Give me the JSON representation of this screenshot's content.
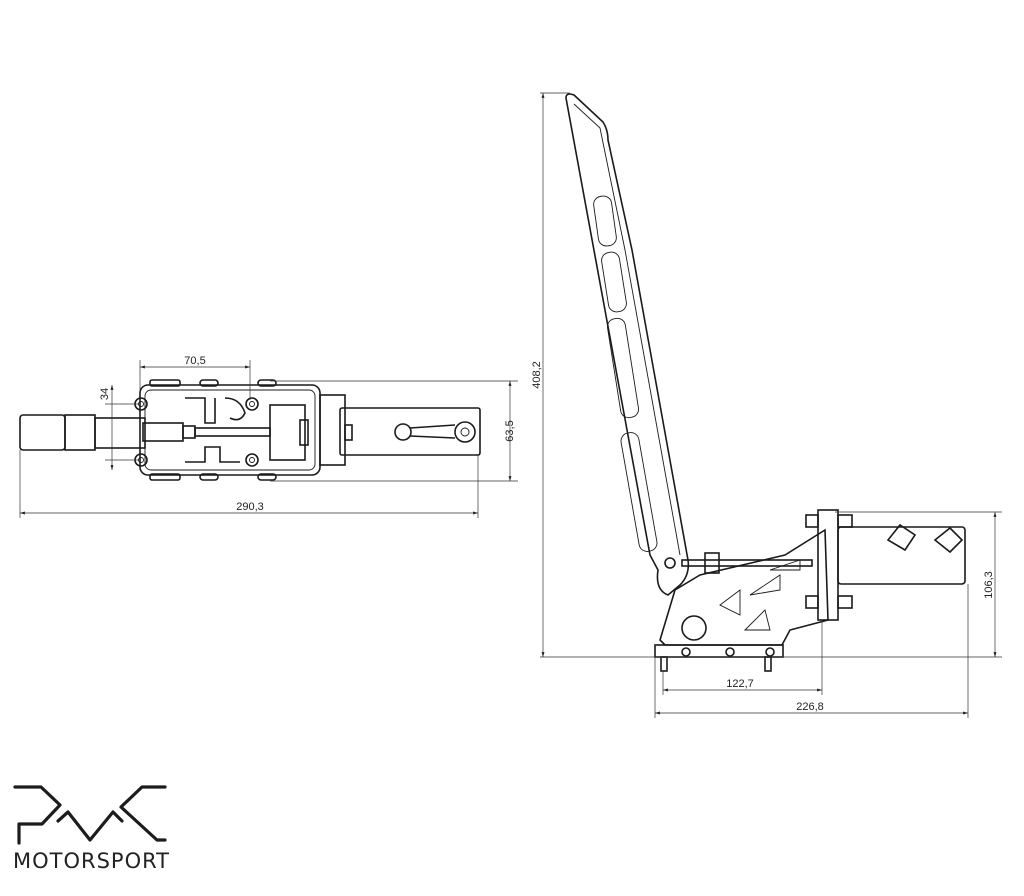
{
  "drawing": {
    "top_view": {
      "dimensions": {
        "width_mounting": "70,5",
        "shaft_height": "34",
        "body_height": "63,5",
        "overall_length": "290,3"
      }
    },
    "side_view": {
      "dimensions": {
        "overall_height": "408,2",
        "cylinder_height": "106,3",
        "base_mount": "122,7",
        "overall_depth": "226,8"
      }
    }
  },
  "logo": {
    "mark": "PMC",
    "brand": "MOTORSPORT"
  }
}
